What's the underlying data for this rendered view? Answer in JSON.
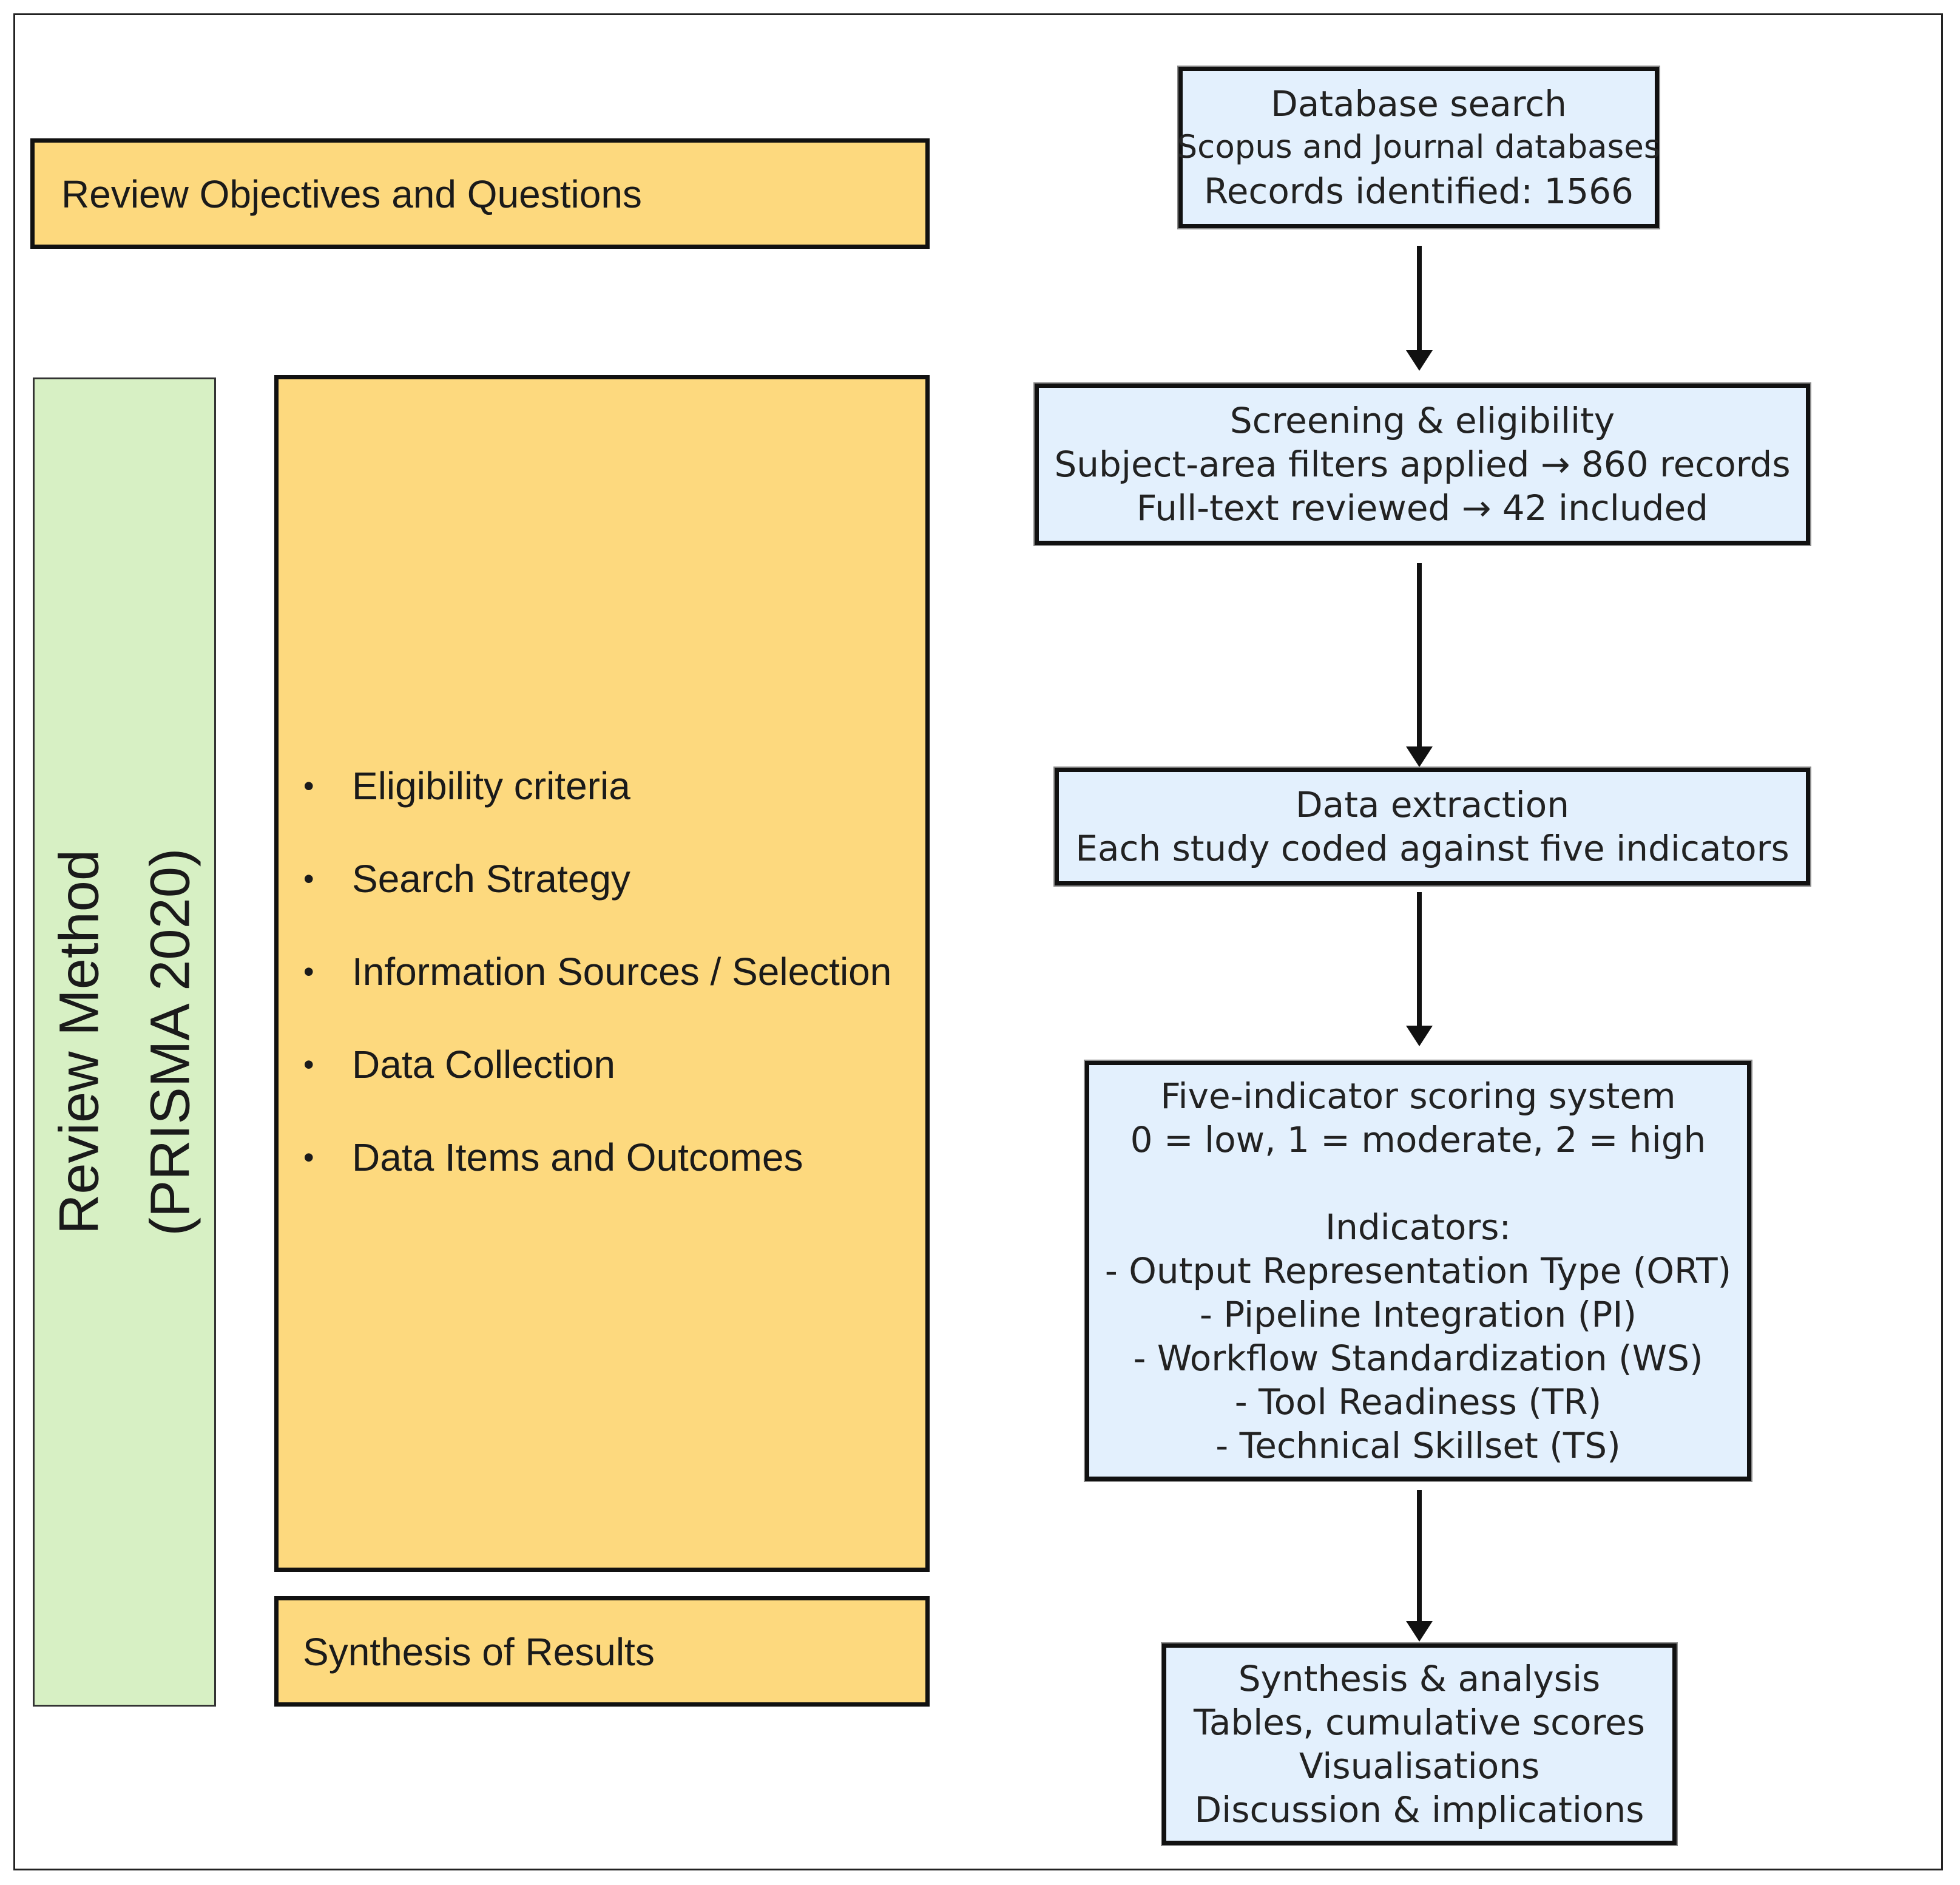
{
  "left": {
    "objectives": "Review Objectives and Questions",
    "method": {
      "line1": "Review Method",
      "line2": "(PRISMA 2020)"
    },
    "bullets": [
      "Eligibility criteria",
      "Search Strategy",
      "Information Sources / Selection",
      "Data Collection",
      "Data Items and Outcomes"
    ],
    "bullet_char": "•",
    "synthesis": "Synthesis of Results"
  },
  "flow": [
    {
      "lines": [
        "Database search",
        "Scopus and Journal databases",
        "Records identified: 1566"
      ]
    },
    {
      "lines": [
        "Screening & eligibility",
        "Subject-area filters applied → 860 records",
        "Full-text reviewed → 42 included"
      ]
    },
    {
      "lines": [
        "Data extraction",
        "Each study coded against five indicators"
      ]
    },
    {
      "lines": [
        "Five-indicator scoring system",
        "0 = low, 1 = moderate, 2 = high",
        "",
        "Indicators:",
        "- Output Representation Type (ORT)",
        "- Pipeline Integration (PI)",
        "- Workflow Standardization (WS)",
        "- Tool Readiness (TR)",
        "- Technical Skillset (TS)"
      ]
    },
    {
      "lines": [
        "Synthesis & analysis",
        "Tables, cumulative scores",
        "Visualisations",
        "Discussion & implications"
      ]
    }
  ],
  "colors": {
    "yellow_box": "#fdd97e",
    "green_box": "#d7f0c4",
    "blue_box": "#e3f0fd",
    "border": "#111111"
  }
}
